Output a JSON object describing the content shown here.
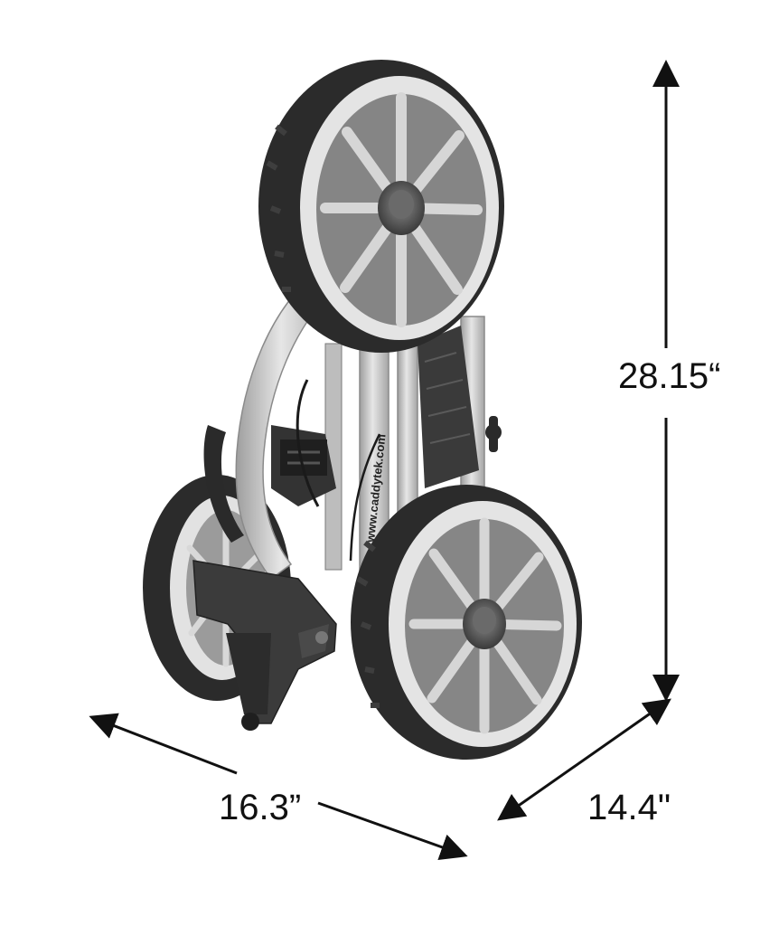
{
  "dimensions": {
    "height": "28.15“",
    "width": "16.3”",
    "depth": "14.4\""
  },
  "product": {
    "brand_imprint": "www.caddytek.com"
  },
  "colors": {
    "frame": "#c9c9c9",
    "tire": "#2b2b2b",
    "rim": "#e2e2e2",
    "arrow": "#111111"
  }
}
